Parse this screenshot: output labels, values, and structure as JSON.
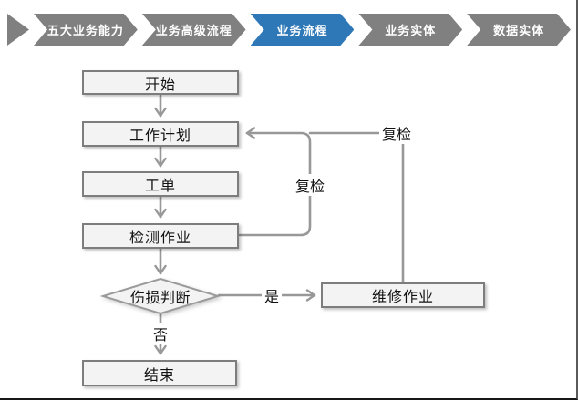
{
  "breadcrumb": {
    "items": [
      {
        "label": "五大业务能力",
        "active": false
      },
      {
        "label": "业务高级流程",
        "active": false
      },
      {
        "label": "业务流程",
        "active": true
      },
      {
        "label": "业务实体",
        "active": false
      },
      {
        "label": "数据实体",
        "active": false
      }
    ]
  },
  "flowchart": {
    "nodes": {
      "start": "开始",
      "plan": "工作计划",
      "order": "工单",
      "inspect": "检测作业",
      "judge": "伤损判断",
      "repair": "维修作业",
      "end": "结束"
    },
    "labels": {
      "recheck_mid": "复检",
      "recheck_right": "复检",
      "yes": "是",
      "no": "否"
    }
  },
  "colors": {
    "chevron_gray": "#808080",
    "chevron_active_blue": "#2e78b8",
    "node_fill": "#f3f3f3",
    "node_border": "#7d7d7d",
    "connector_gray": "#989898"
  }
}
